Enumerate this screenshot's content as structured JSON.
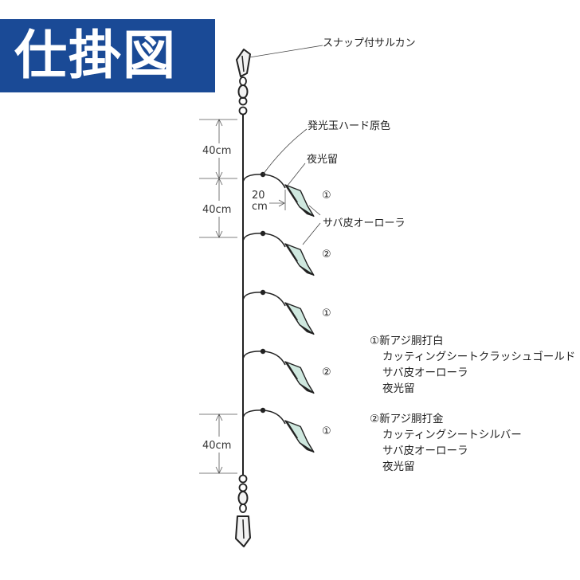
{
  "title": "仕掛図",
  "labels": {
    "snap": "スナップ付サルカン",
    "bead": "発光玉ハード原色",
    "lumi": "夜光留",
    "skin": "サバ皮オーローラ"
  },
  "dimensions": {
    "top1": "40cm",
    "top2": "40cm",
    "bottom": "40cm",
    "branch_num": "20",
    "branch_unit": "cm"
  },
  "branch_marks": [
    "①",
    "②",
    "①",
    "②",
    "①"
  ],
  "specs": [
    {
      "heading": "①新アジ胴打白",
      "lines": [
        "カッティングシートクラッシュゴールド",
        "サバ皮オーローラ",
        "夜光留"
      ]
    },
    {
      "heading": "②新アジ胴打金",
      "lines": [
        "カッティングシートシルバー",
        "サバ皮オーローラ",
        "夜光留"
      ]
    }
  ],
  "colors": {
    "title_bg": "#1a4a96",
    "title_text": "#ffffff",
    "lure_fill": "#cfe8df",
    "line": "#222222"
  }
}
